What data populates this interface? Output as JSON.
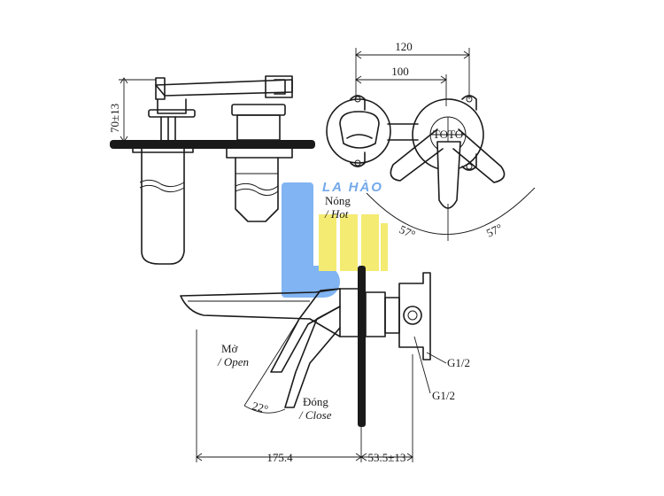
{
  "watermark": {
    "text": "LA HÀO",
    "blue": "#3b82f6",
    "yellow": "#f5e64a"
  },
  "dimensions": {
    "width_total": "120",
    "width_inner": "100",
    "height_side": "70±13",
    "spout_length": "175.4",
    "wall_depth": "53.5±13",
    "angle_left": "57°",
    "angle_right": "57°",
    "angle_handle": "22°"
  },
  "labels": {
    "hot_vi": "Nóng",
    "hot_en": "/ Hot",
    "open_vi": "Mở",
    "open_en": "/ Open",
    "close_vi": "Đóng",
    "close_en": "/ Close",
    "thread_1": "G1/2",
    "thread_2": "G1/2"
  },
  "front_logo": "TOTO"
}
